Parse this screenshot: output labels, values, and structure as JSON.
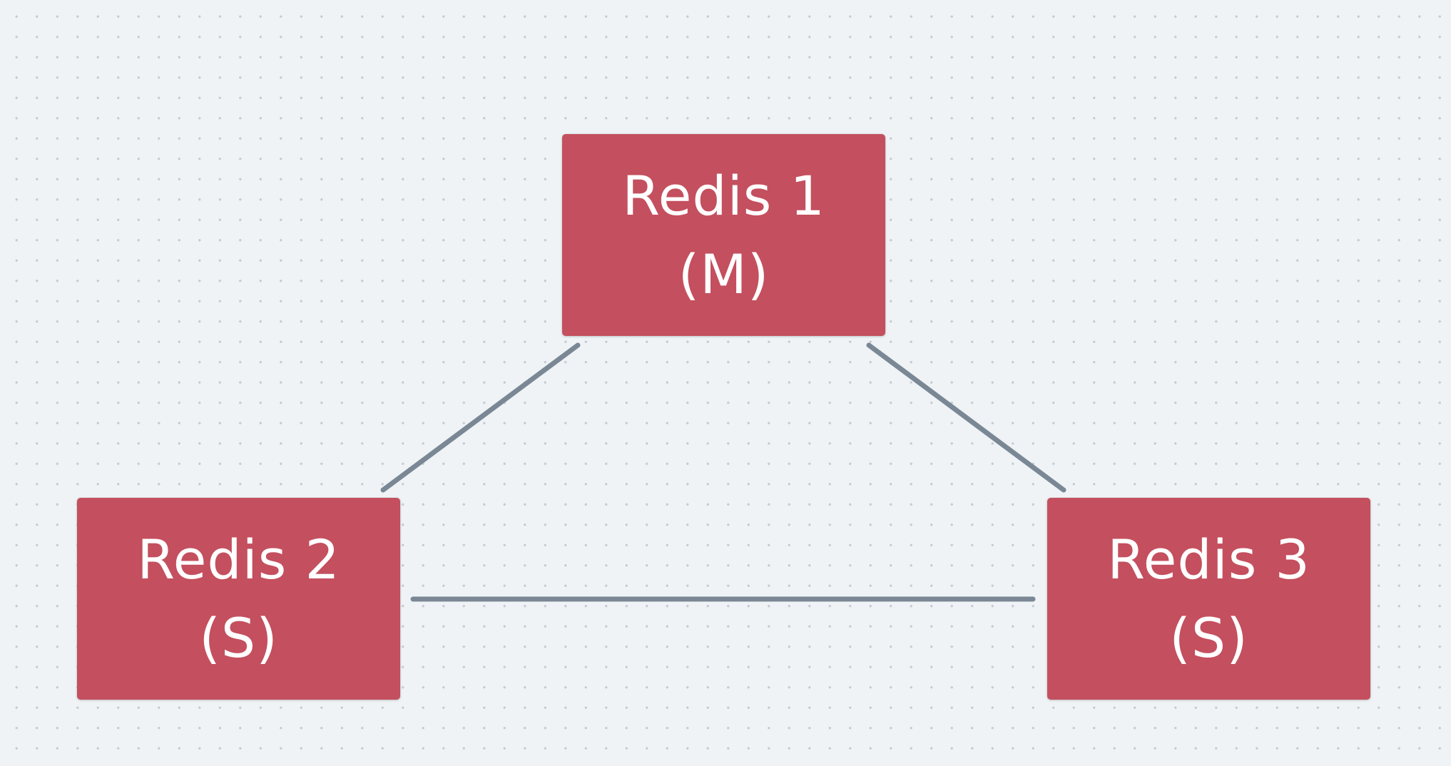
{
  "diagram": {
    "nodes": [
      {
        "id": "redis-1",
        "title": "Redis 1",
        "role": "(M)"
      },
      {
        "id": "redis-2",
        "title": "Redis 2",
        "role": "(S)"
      },
      {
        "id": "redis-3",
        "title": "Redis 3",
        "role": "(S)"
      }
    ],
    "edges": [
      {
        "from": "redis-1",
        "to": "redis-2",
        "arrow": "none"
      },
      {
        "from": "redis-1",
        "to": "redis-3",
        "arrow": "none"
      },
      {
        "from": "redis-2",
        "to": "redis-3",
        "arrow": "none"
      }
    ]
  },
  "colors": {
    "node_fill": "#c44f5e",
    "node_text": "#ffffff",
    "edge": "#7a8895",
    "background": "#eff3f6",
    "grid_dot": "#c5ccd3"
  }
}
